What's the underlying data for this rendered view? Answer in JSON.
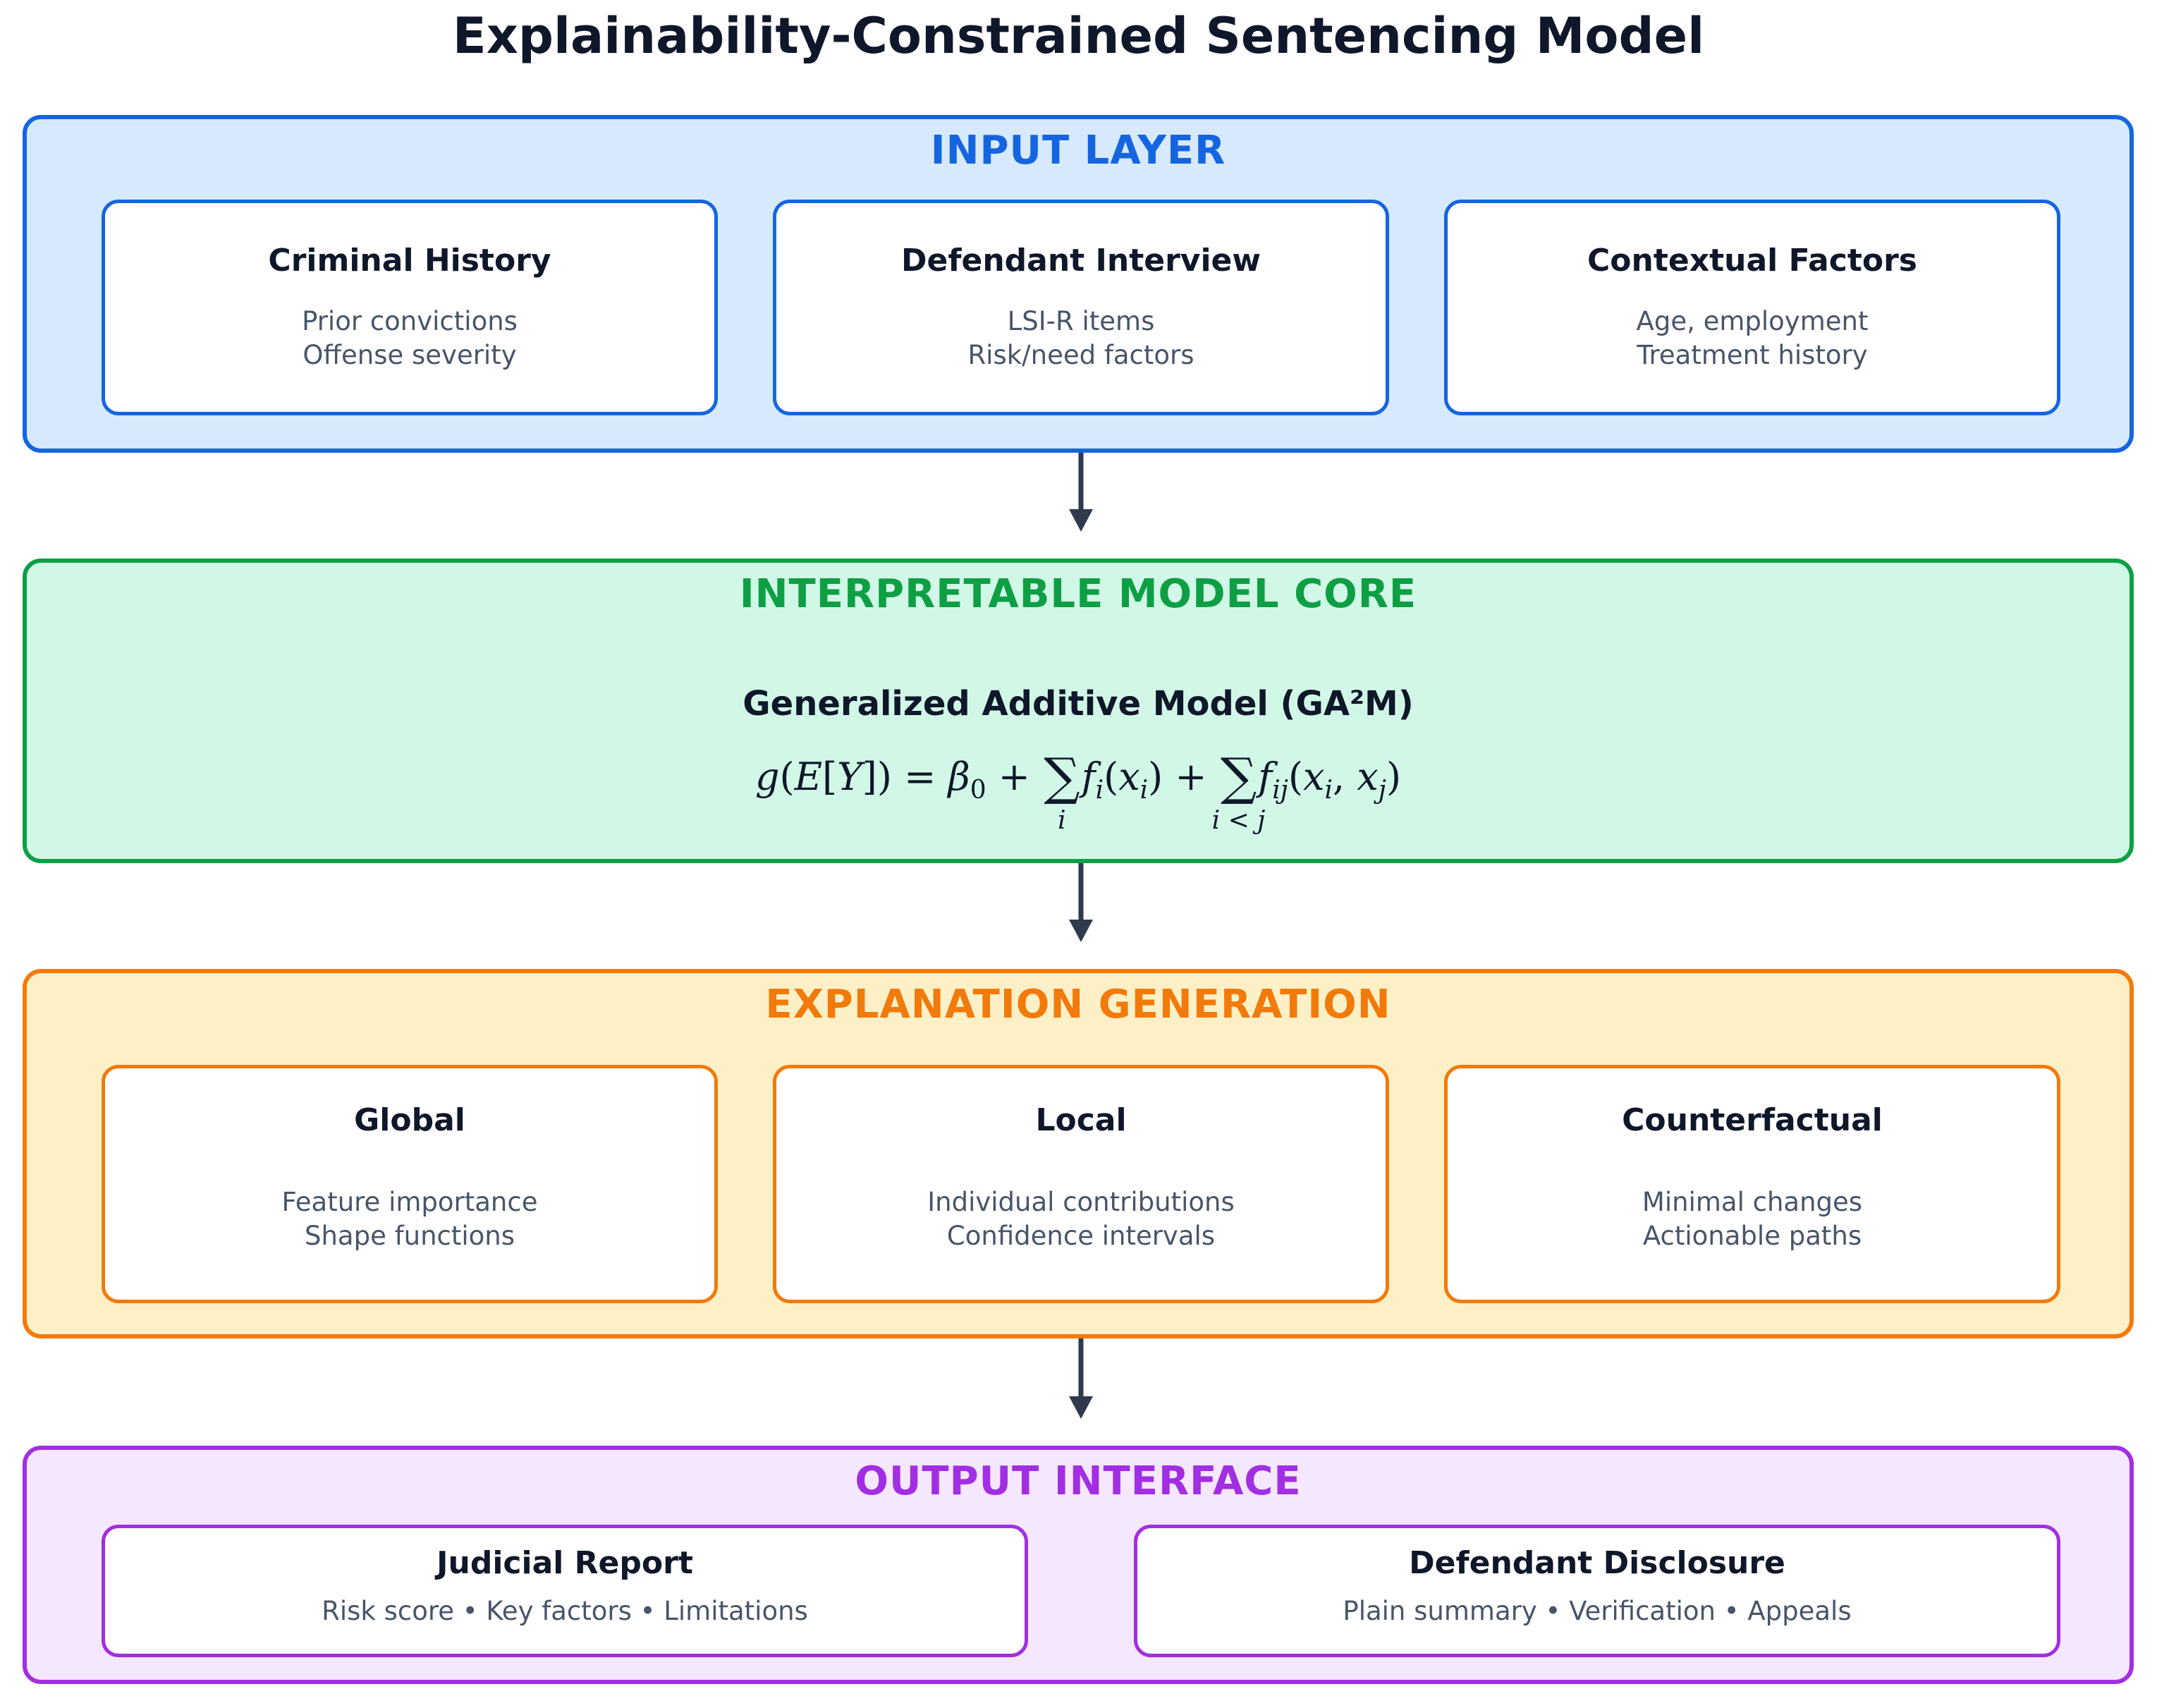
{
  "title": "Explainability-Constrained Sentencing Model",
  "colors": {
    "input": "#1565e0",
    "core": "#0e9f45",
    "explanation": "#f27a0a",
    "output": "#a22ee3",
    "arrow": "#2f3b4c"
  },
  "input_layer": {
    "title": "INPUT LAYER",
    "cards": [
      {
        "title": "Criminal History",
        "lines": [
          "Prior convictions",
          "Offense severity"
        ]
      },
      {
        "title": "Defendant Interview",
        "lines": [
          "LSI-R items",
          "Risk/need factors"
        ]
      },
      {
        "title": "Contextual Factors",
        "lines": [
          "Age, employment",
          "Treatment history"
        ]
      }
    ]
  },
  "core_layer": {
    "title": "INTERPRETABLE MODEL CORE",
    "subtitle": "Generalized Additive Model (GA²M)",
    "formula": "g(E[Y]) = β0 + Σi fi(xi) + Σi<j fij(xi, xj)"
  },
  "explanation_layer": {
    "title": "EXPLANATION GENERATION",
    "cards": [
      {
        "title": "Global",
        "lines": [
          "Feature importance",
          "Shape functions"
        ]
      },
      {
        "title": "Local",
        "lines": [
          "Individual contributions",
          "Confidence intervals"
        ]
      },
      {
        "title": "Counterfactual",
        "lines": [
          "Minimal changes",
          "Actionable paths"
        ]
      }
    ]
  },
  "output_layer": {
    "title": "OUTPUT INTERFACE",
    "cards": [
      {
        "title": "Judicial Report",
        "line": "Risk score • Key factors • Limitations"
      },
      {
        "title": "Defendant Disclosure",
        "line": "Plain summary • Verification • Appeals"
      }
    ]
  }
}
